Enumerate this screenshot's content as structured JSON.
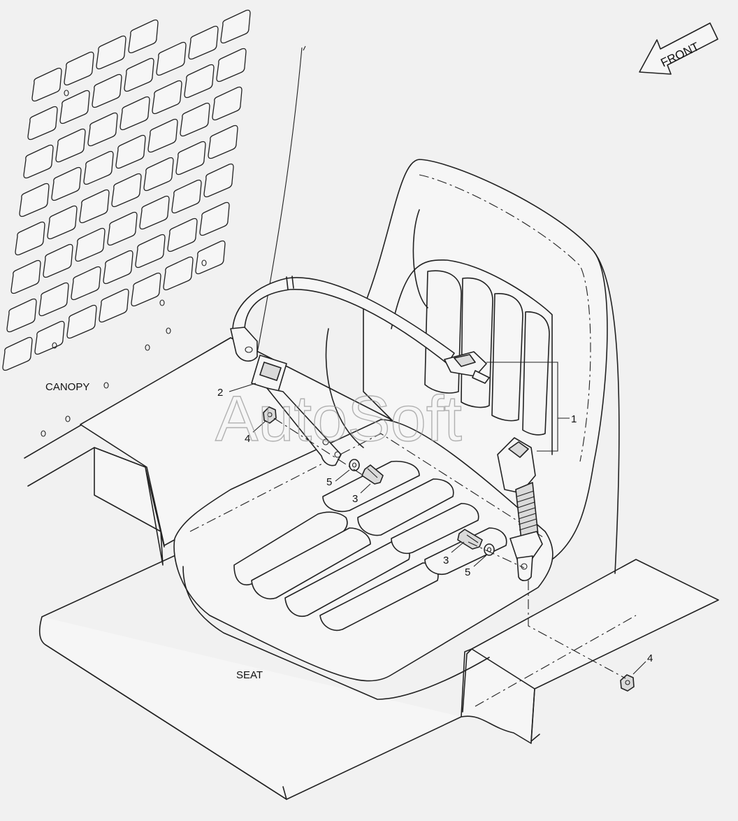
{
  "labels": {
    "canopy": "CANOPY",
    "seat": "SEAT",
    "front": "FRONT",
    "watermark": "AutoSoft"
  },
  "callouts": {
    "c1": "1",
    "c2": "2",
    "c3a": "3",
    "c3b": "3",
    "c4a": "4",
    "c4b": "4",
    "c5a": "5",
    "c5b": "5"
  }
}
